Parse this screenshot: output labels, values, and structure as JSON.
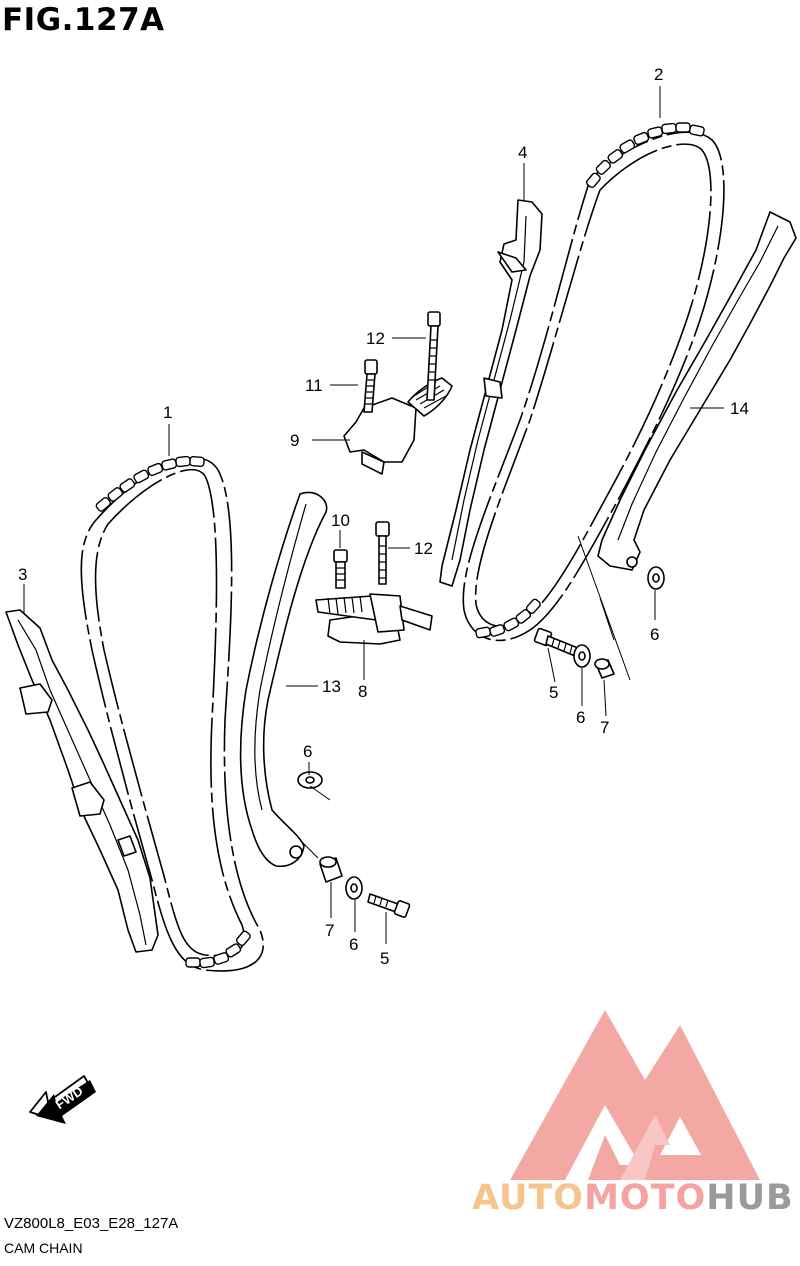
{
  "figure": {
    "title": "FIG.127A",
    "code": "VZ800L8_E03_E28_127A",
    "name": "CAM CHAIN"
  },
  "callouts": [
    "1",
    "2",
    "3",
    "4",
    "5",
    "6",
    "7",
    "8",
    "9",
    "10",
    "11",
    "12",
    "13",
    "14"
  ],
  "fwd_label": "FWD",
  "watermark": {
    "part1": "AUTO",
    "part2": "MOTO",
    "part3": "HUB",
    "colors": {
      "auto": "#f5c48f",
      "moto": "#f4a3a0",
      "hub": "#9a9a9a",
      "triangle": "#f08b86"
    }
  }
}
